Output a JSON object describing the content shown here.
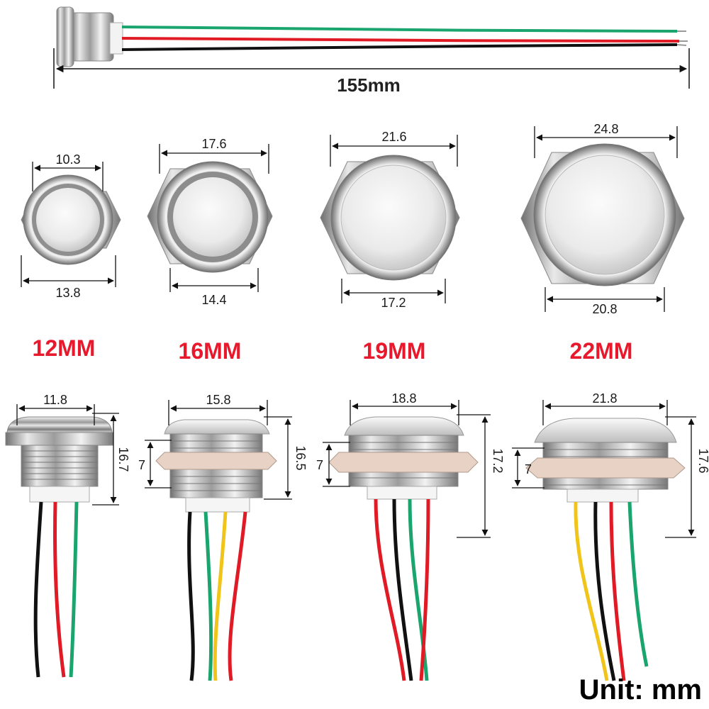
{
  "total_length": "155mm",
  "unit_label": "Unit: mm",
  "colors": {
    "accent_red": "#e8192c",
    "wire_green": "#1aa56e",
    "wire_red": "#e01b25",
    "wire_black": "#111111",
    "wire_yellow": "#f0c419"
  },
  "front_views": [
    {
      "size": "12MM",
      "top": "10.3",
      "bottom": "13.8"
    },
    {
      "size": "16MM",
      "top": "17.6",
      "bottom": "14.4"
    },
    {
      "size": "19MM",
      "top": "21.6",
      "bottom": "17.2"
    },
    {
      "size": "22MM",
      "top": "24.8",
      "bottom": "20.8"
    }
  ],
  "side_views": [
    {
      "width": "11.8",
      "height": "16.7",
      "nut": ""
    },
    {
      "width": "15.8",
      "height": "16.5",
      "nut": "7"
    },
    {
      "width": "18.8",
      "height": "17.2",
      "nut": "7"
    },
    {
      "width": "21.8",
      "height": "17.6",
      "nut": "7"
    }
  ]
}
